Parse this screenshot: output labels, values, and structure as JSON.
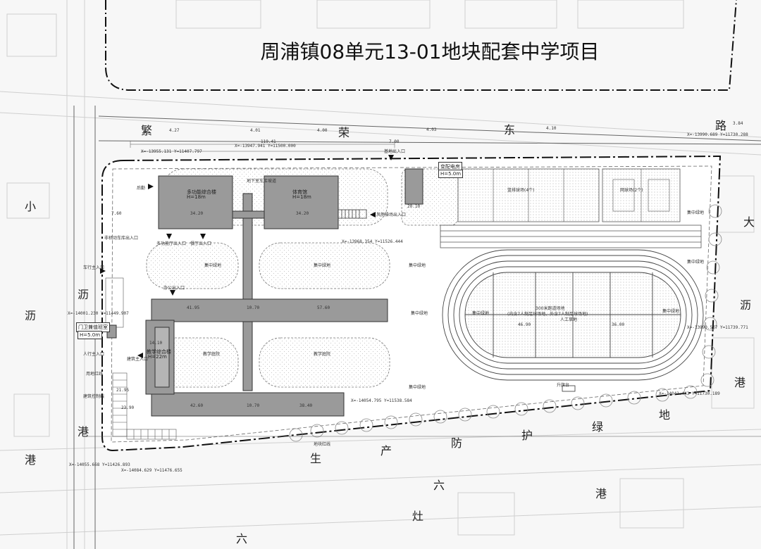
{
  "title": "周浦镇08单元13-01地块配套中学项目",
  "streets": {
    "north_road": [
      "繁",
      "荣",
      "东",
      "路"
    ],
    "west_road": [
      "小",
      "沥",
      "沥",
      "港",
      "港"
    ],
    "east_road": [
      "大",
      "沥",
      "港"
    ],
    "south_green": [
      "生",
      "产",
      "防",
      "护",
      "绿",
      "地"
    ],
    "south_road": [
      "六",
      "灶",
      "港",
      "六"
    ]
  },
  "buildings": {
    "multi_function": {
      "name": "多功能综合楼",
      "height": "H=18m"
    },
    "gym": {
      "name": "体育馆",
      "height": "H=18m"
    },
    "teaching": {
      "name": "教学综合楼",
      "height": "H=22m"
    },
    "guard": {
      "name": "门卫兼值班室",
      "height": "H=5.0m"
    },
    "substation": {
      "name": "变配电房",
      "height": "H=5.0m"
    }
  },
  "areas": {
    "courtyard1": "教学庭院",
    "courtyard2": "教学庭院",
    "green_concentrated": "集中绿地",
    "track": "300米跑道场地",
    "track_note": "(内含7人制足球场地，外含7人制足球场地)",
    "turf": "人工草地",
    "basketball": "篮排球场(4个)",
    "tennis": "网球场(2个)",
    "flag": "升旗台",
    "green_labels": [
      "集中绿地",
      "集中绿地",
      "集中绿地",
      "集中绿地",
      "集中绿地",
      "集中绿地",
      "集中绿地",
      "集中绿地",
      "集中绿地"
    ]
  },
  "entrances": {
    "rear": "后勤",
    "mf_entry": "多功能厅出入口",
    "canteen": "餐厅出入口",
    "office": "办公出入口",
    "main": "建筑主入口",
    "bike": "非机动车库出入口",
    "car_in": "车行主入口",
    "ped": "人行主入口",
    "gym_exit": "风雨操场出入口",
    "underground": "地下室车库坡道"
  },
  "labels": {
    "red_line": "用地红线",
    "build_line": "建筑控制线",
    "property": "地块红线",
    "top_entry": "基地出入口"
  },
  "dims": [
    "34.20",
    "34.20",
    "41.95",
    "10.70",
    "57.60",
    "42.60",
    "10.70",
    "38.40",
    "46.90",
    "36.00",
    "7.60",
    "20.10",
    "14.10",
    "21.95",
    "23.90",
    "119.41",
    "7.00",
    "4.01",
    "4.00",
    "4.03",
    "4.10",
    "3.84",
    "4.27"
  ],
  "coords": [
    "X=-13955.131 Y=11407.797",
    "X=-13947.941 Y=11500.000",
    "X=-13990.689 Y=11730.288",
    "X=-13990.577 Y=11739.771",
    "X=-14041.443 Y=11730.189",
    "X=-14054.795 Y=11538.584",
    "X=-14084.629 Y=11476.655",
    "X=-14055.668 Y=11426.893",
    "X=-14001.230 Y=11449.907",
    "X=-13968.354 Y=11526.444"
  ],
  "colors": {
    "building": "#9a9a9a",
    "building_edge": "#333333",
    "line": "#444444",
    "paper": "#f7f7f7"
  }
}
